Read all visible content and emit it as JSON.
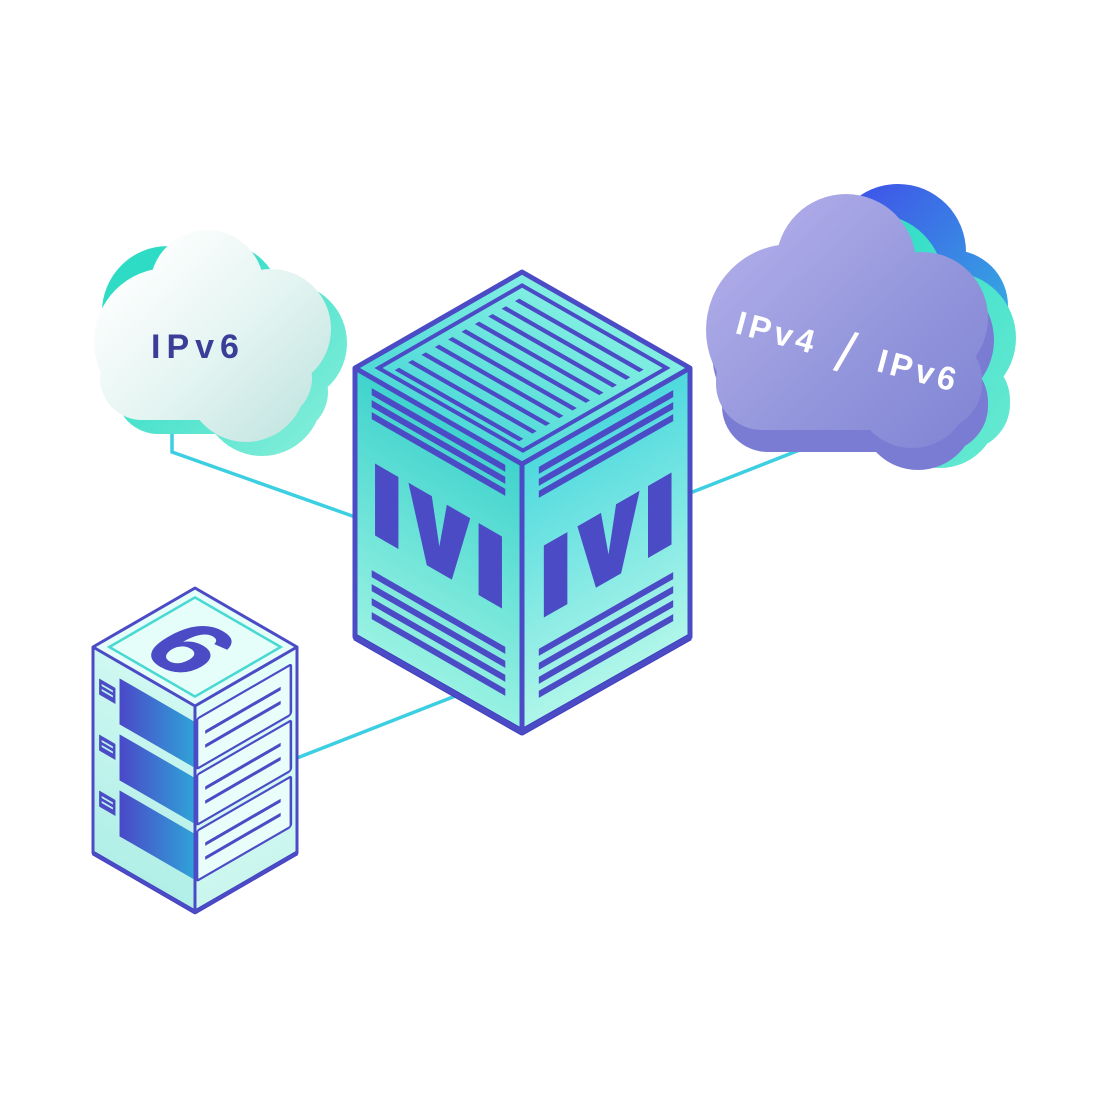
{
  "illustration": {
    "alt": "Isometric network diagram: an IVI translator cube connects an IPv6 cloud, an IPv4/IPv6 cloud and an IPv6 server rack",
    "left_cloud": {
      "label": "IPv6"
    },
    "right_cloud": {
      "label_left": "IPv4",
      "separator": "/",
      "label_right": "IPv6"
    },
    "cube": {
      "left_face_label": "IVI",
      "right_face_label": "IVI"
    },
    "server": {
      "label": "6"
    },
    "colors": {
      "indigo": "#4C4BC6",
      "indigo_dark": "#4340BF",
      "connector_teal": "#3CCFE2",
      "cloud_teal": "#2EDCC6",
      "cloud_blue": "#3F55E8",
      "cloud_purple": "#8A8DD8",
      "left_label_indigo": "#3B3E99",
      "white": "#FFFFFF"
    }
  }
}
